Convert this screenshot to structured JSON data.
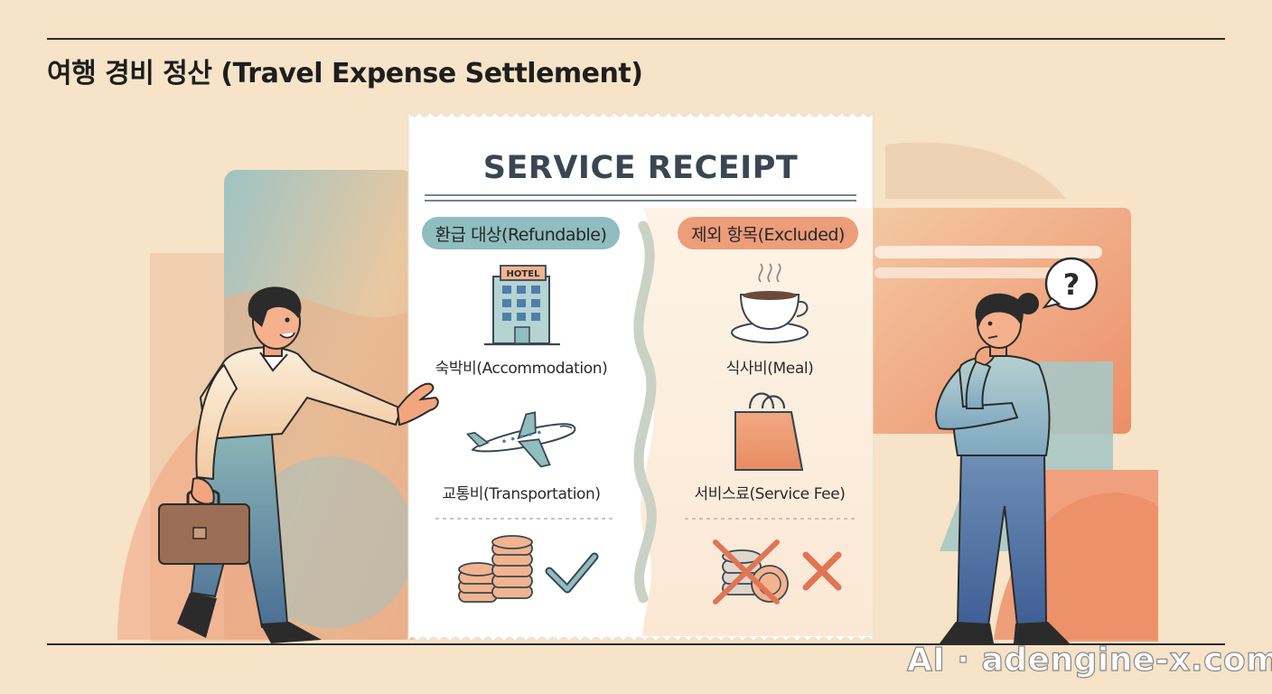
{
  "page_title": "여행 경비 정산 (Travel Expense Settlement)",
  "receipt": {
    "title": "SERVICE RECEIPT",
    "refundable": {
      "label": "환급 대상(Refundable)",
      "items": [
        {
          "label": "숙박비(Accommodation)",
          "icon": "hotel-icon",
          "icon_text": "HOTEL"
        },
        {
          "label": "교통비(Transportation)",
          "icon": "airplane-icon"
        }
      ],
      "summary_icons": [
        "coins-icon",
        "checkmark-icon"
      ]
    },
    "excluded": {
      "label": "제외 항목(Excluded)",
      "items": [
        {
          "label": "식사비(Meal)",
          "icon": "coffee-cup-icon"
        },
        {
          "label": "서비스료(Service Fee)",
          "icon": "shopping-bag-icon"
        }
      ],
      "summary_icons": [
        "crossed-coins-icon",
        "x-mark-icon"
      ]
    }
  },
  "speech_bubble": "?",
  "watermark": "AI · adengine-x.com",
  "colors": {
    "background": "#f6e3c8",
    "teal": "#8fbdc0",
    "coral": "#ec9d7a",
    "ink": "#2b2b2b"
  }
}
